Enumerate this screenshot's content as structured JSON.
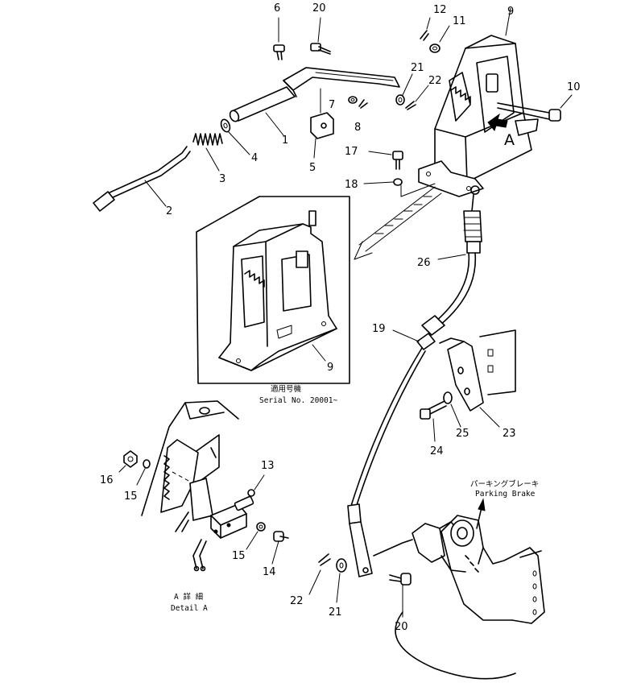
{
  "labels": {
    "p1": "1",
    "p2": "2",
    "p3": "3",
    "p4": "4",
    "p5": "5",
    "p6": "6",
    "p7": "7",
    "p8": "8",
    "p9": "9",
    "p9b": "9",
    "p10": "10",
    "p11": "11",
    "p12": "12",
    "p13": "13",
    "p14": "14",
    "p15a": "15",
    "p15b": "15",
    "p16": "16",
    "p17": "17",
    "p18": "18",
    "p19": "19",
    "p20a": "20",
    "p20b": "20",
    "p21a": "21",
    "p21b": "21",
    "p22a": "22",
    "p22b": "22",
    "p23": "23",
    "p24": "24",
    "p25": "25",
    "p26": "26",
    "view_a": "A"
  },
  "captions": {
    "serial_jp": "適用号機",
    "serial_en": "Serial No. 20001~",
    "parking_jp": "パーキングブレーキ",
    "parking_en": "Parking Brake",
    "detail_jp": "A 詳 細",
    "detail_en": "Detail A"
  }
}
